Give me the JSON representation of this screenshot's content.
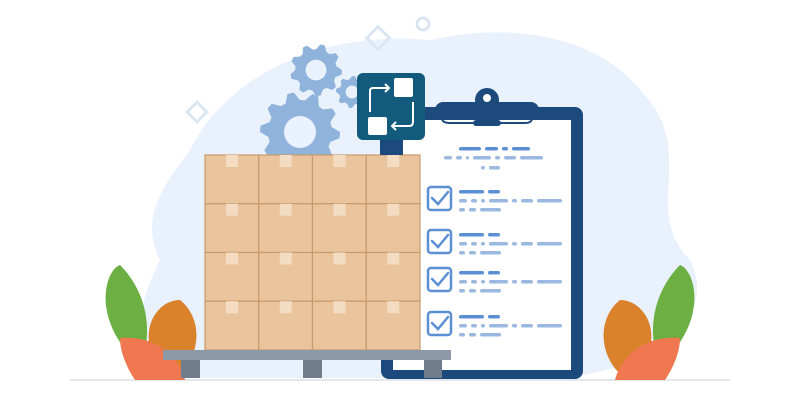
{
  "illustration": {
    "subject": "inventory-checklist",
    "colors": {
      "background_blob": "#e8f1fc",
      "gear": "#8fb3db",
      "box": "#e9c49c",
      "box_seam": "#c99a6c",
      "box_tape": "#f3dcc2",
      "pallet": "#8d99a8",
      "pallet_leg": "#6f7d8c",
      "clipboard": "#1d4a7c",
      "paper": "#ffffff",
      "icon_tile": "#135b7c",
      "checkbox": "#5b8fd3",
      "text_line_dark": "#5b8fd3",
      "text_line_light": "#9ab8e0",
      "leaf_green": "#6cb043",
      "leaf_orange": "#d9822b",
      "leaf_red": "#f07850"
    },
    "checklist_items": 4,
    "checked_items": 4
  }
}
